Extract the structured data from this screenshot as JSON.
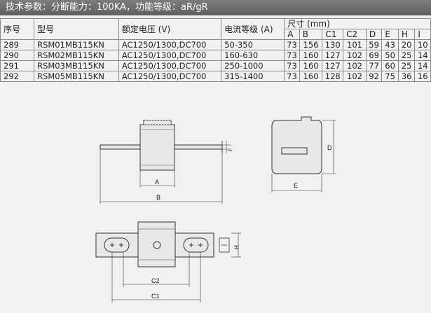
{
  "header": {
    "title": "技术参数：分断能力：100KA，功能等级：aR/gR"
  },
  "table": {
    "headers": {
      "seq": "序号",
      "model": "型号",
      "voltage": "额定电压 (V)",
      "current": "电流等级 (A)",
      "size": "尺寸 (mm)"
    },
    "dim_cols": [
      "A",
      "B",
      "C1",
      "C2",
      "D",
      "E",
      "H",
      "I"
    ],
    "rows": [
      {
        "seq": "289",
        "model": "RSM01MB115KN",
        "voltage": "AC1250/1300,DC700",
        "current": "50-350",
        "dims": [
          "73",
          "156",
          "130",
          "101",
          "59",
          "43",
          "20",
          "10"
        ]
      },
      {
        "seq": "290",
        "model": "RSM02MB115KN",
        "voltage": "AC1250/1300,DC700",
        "current": "160-630",
        "dims": [
          "73",
          "160",
          "127",
          "102",
          "69",
          "50",
          "25",
          "14"
        ]
      },
      {
        "seq": "291",
        "model": "RSM03MB115KN",
        "voltage": "AC1250/1300,DC700",
        "current": "250-1000",
        "dims": [
          "73",
          "160",
          "127",
          "102",
          "77",
          "60",
          "25",
          "14"
        ]
      },
      {
        "seq": "292",
        "model": "RSM05MB115KN",
        "voltage": "AC1250/1300,DC700",
        "current": "315-1400",
        "dims": [
          "73",
          "160",
          "128",
          "102",
          "92",
          "75",
          "36",
          "16"
        ]
      }
    ]
  },
  "drawing": {
    "label_a": "A",
    "label_b": "B",
    "label_i": "I",
    "label_d": "D",
    "label_e": "E",
    "label_c1": "C1",
    "label_c2": "C2",
    "label_h": "H"
  }
}
